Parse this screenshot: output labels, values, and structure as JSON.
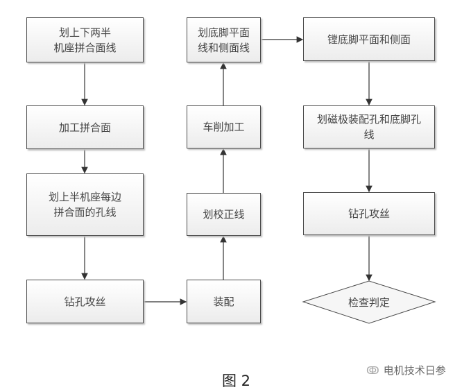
{
  "column1": [
    "划上下两半\n机座拼合面线",
    "加工拼合面",
    "划上半机座每边\n拼合面的孔线",
    "钻孔攻丝"
  ],
  "column2": [
    "划底脚平面\n线和侧面线",
    "车削加工",
    "划校正线",
    "装配"
  ],
  "column3": [
    "镗底脚平面和侧面",
    "划磁极装配孔和底脚孔\n线",
    "钻孔攻丝"
  ],
  "decision": "检查判定",
  "caption": "图 2",
  "watermark": "电机技术日参"
}
